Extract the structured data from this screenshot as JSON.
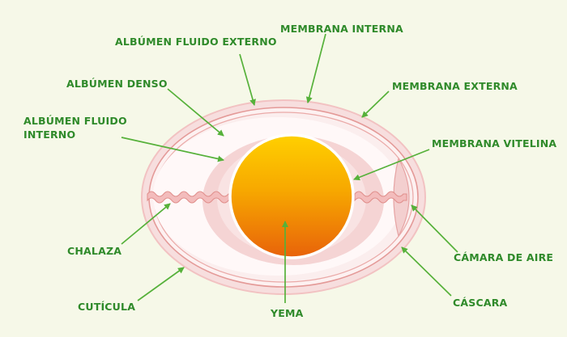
{
  "colors": {
    "background": "#f6f8e8",
    "label_text": "#2f8a2a",
    "arrow": "#56b13a",
    "shell": "#f7dede",
    "membrane_line": "#e49a98",
    "albumen_outer": "#fbeeee",
    "albumen_dense": "#f4d3d3",
    "yolk_top": "#ffd000",
    "yolk_bottom": "#e8620a"
  },
  "labels": {
    "albumen_fluido_externo": "ALBÚMEN FLUIDO EXTERNO",
    "membrana_interna": "MEMBRANA INTERNA",
    "albumen_denso": "ALBÚMEN DENSO",
    "membrana_externa": "MEMBRANA EXTERNA",
    "albumen_fluido_interno_1": "ALBÚMEN FLUIDO",
    "albumen_fluido_interno_2": "INTERNO",
    "membrana_vitelina": "MEMBRANA VITELINA",
    "chalaza": "CHALAZA",
    "camara_de_aire": "CÁMARA DE AIRE",
    "cuticula": "CUTÍCULA",
    "yema": "YEMA",
    "cascara": "CÁSCARA"
  }
}
